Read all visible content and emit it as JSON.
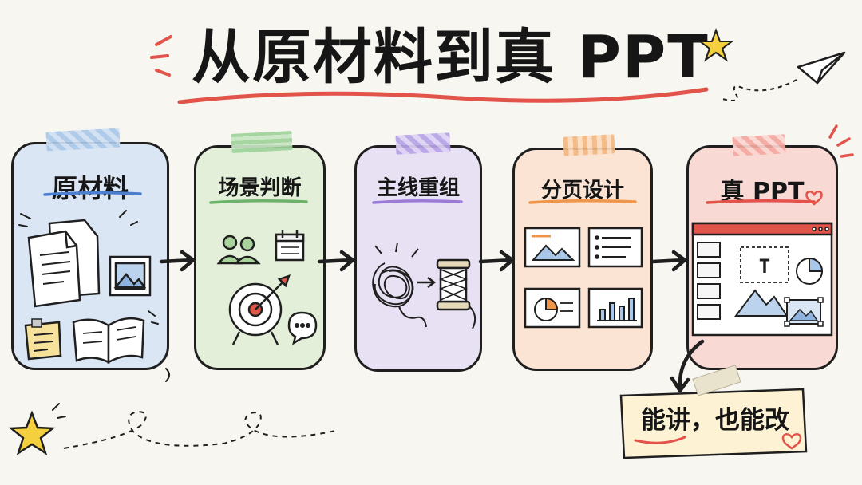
{
  "title": "从原材料到真 PPT",
  "steps": [
    {
      "label": "原材料",
      "bg": "#dbe6f4",
      "underline": "#4a7fd0"
    },
    {
      "label": "场景判断",
      "bg": "#e3efd9",
      "underline": "#6bb36b"
    },
    {
      "label": "主线重组",
      "bg": "#e8e1f3",
      "underline": "#9b7ad8"
    },
    {
      "label": "分页设计",
      "bg": "#fbe4d4",
      "underline": "#f0964a"
    },
    {
      "label": "真 PPT",
      "bg": "#f9d9d4",
      "underline": "#e2534a"
    }
  ],
  "note": "能讲，也能改",
  "colors": {
    "accent_red": "#e2534a",
    "star_yellow": "#f4cf3e",
    "ink": "#1f1f1f",
    "background": "#f8f6f1"
  }
}
